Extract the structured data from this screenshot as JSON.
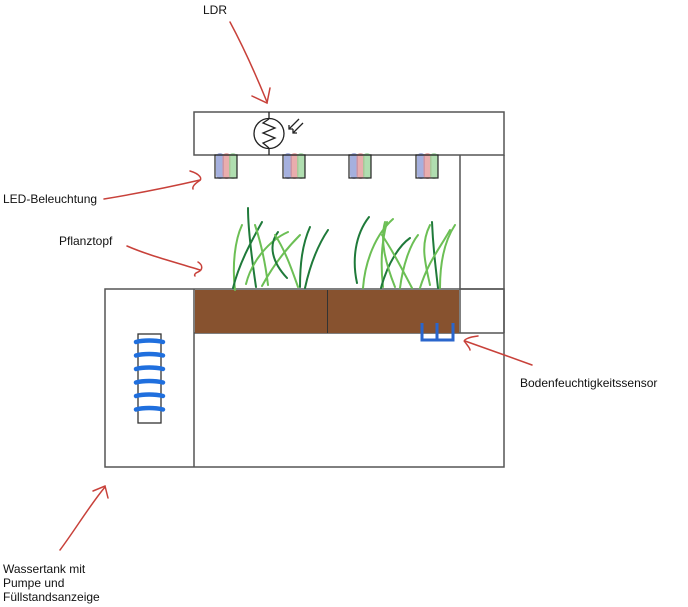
{
  "diagram": {
    "title": "Indoor-Gewächshaus Skizze",
    "labels": {
      "ldr": "LDR",
      "led": "LED-Beleuchtung",
      "pot": "Pflanztopf",
      "sensor": "Bodenfeuchtigkeitssensor",
      "tank_lines": [
        "Wassertank mit",
        "Pumpe und",
        "Füllstandsanzeige"
      ]
    },
    "components": {
      "led_count": 4,
      "led_colors": [
        "#7f8fd0",
        "#e08a8a",
        "#8fd08f"
      ],
      "pot_sections": 2,
      "water_level_marks": 6,
      "sensor_prongs": 3
    },
    "colors": {
      "arrow": "#c8413a",
      "frame": "#555555",
      "soil": "#87522f",
      "plant_dark": "#1f7a3a",
      "plant_light": "#6cbf55",
      "water": "#1f6fde",
      "sensor": "#2a66cc"
    }
  }
}
